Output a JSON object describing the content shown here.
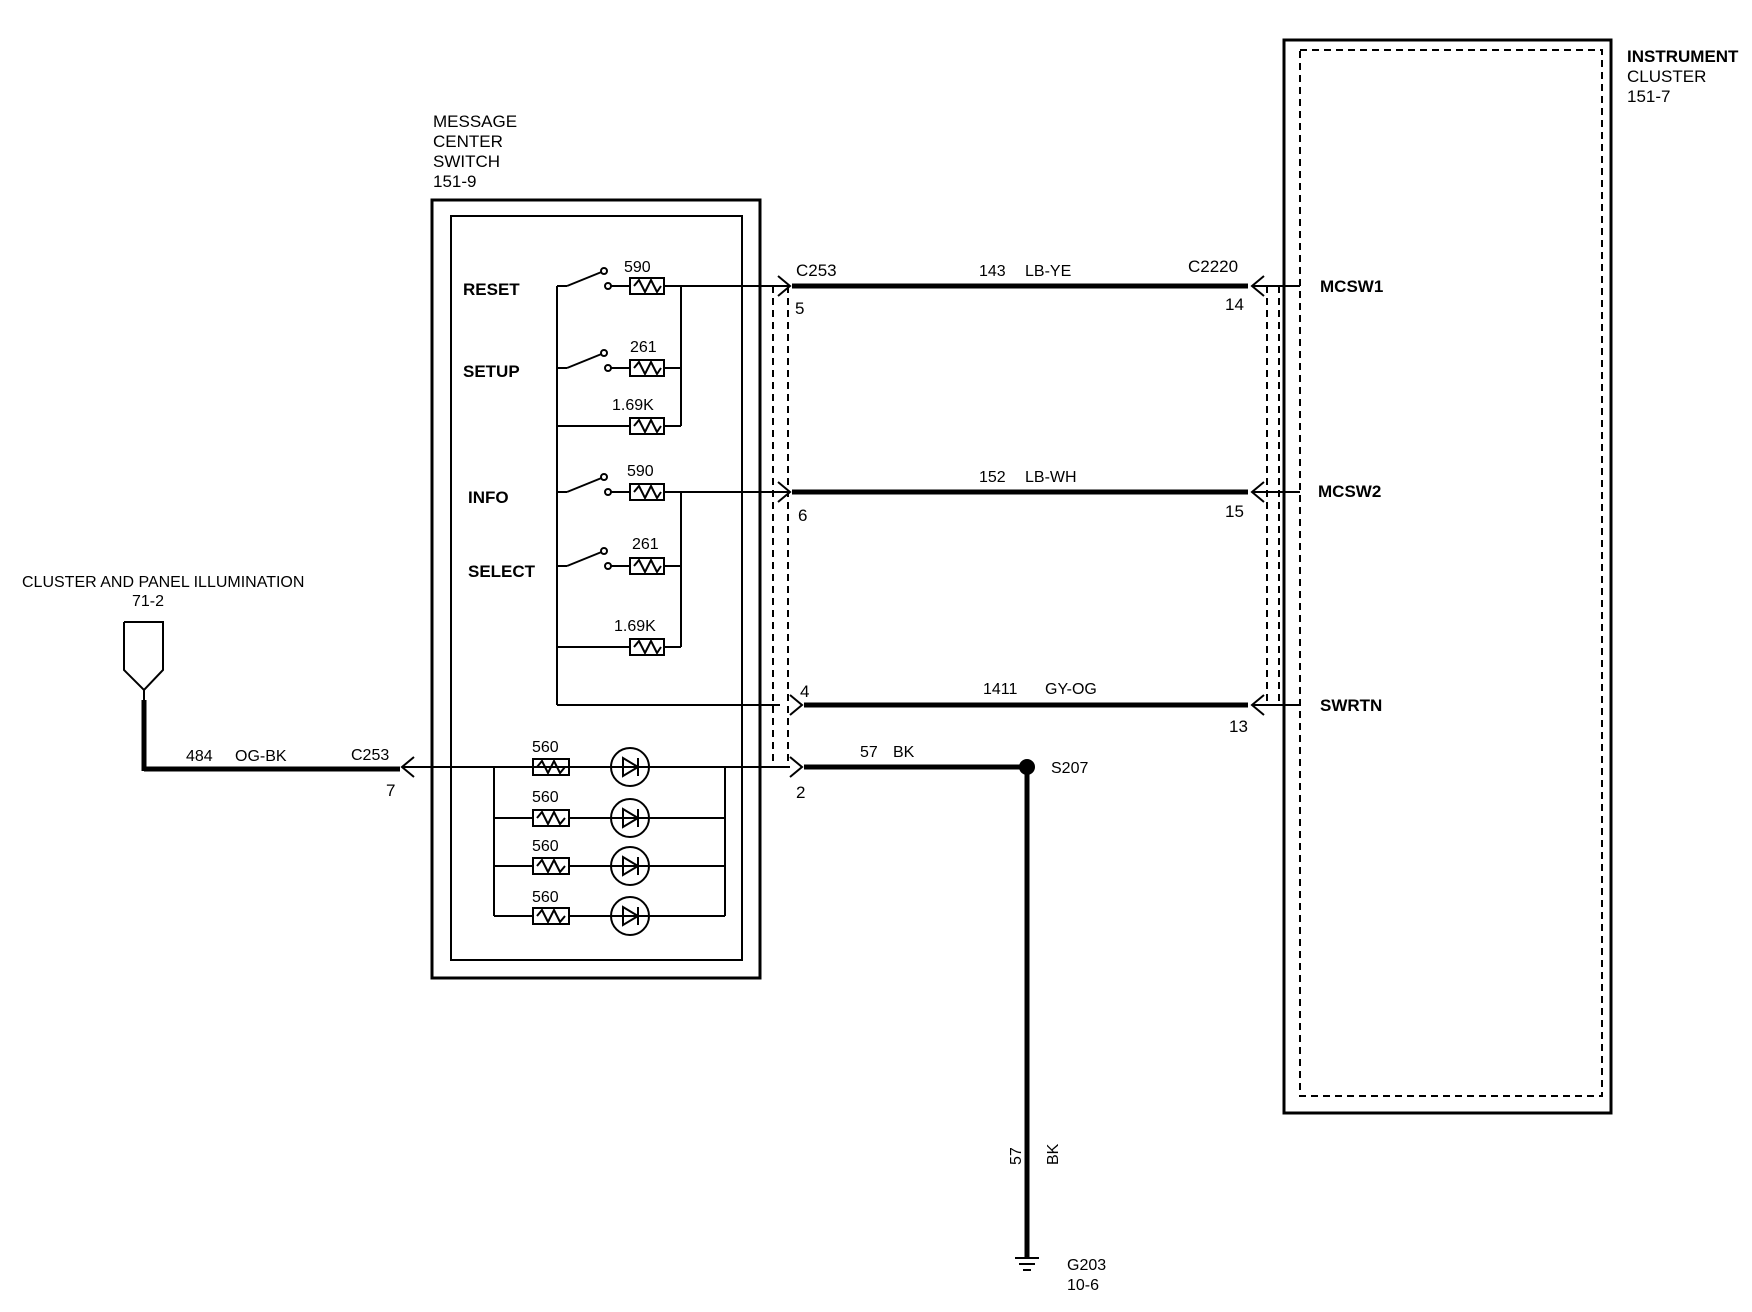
{
  "components": {
    "message_center_switch": {
      "name_lines": [
        "MESSAGE",
        "CENTER",
        "SWITCH"
      ],
      "ref": "151-9"
    },
    "instrument_cluster": {
      "name_lines": [
        "INSTRUMENT",
        "CLUSTER"
      ],
      "ref": "151-7"
    },
    "illumination": {
      "name": "CLUSTER AND PANEL ILLUMINATION",
      "ref": "71-2"
    },
    "splice": "S207",
    "ground": {
      "name": "G203",
      "ref": "10-6"
    }
  },
  "switches": [
    {
      "label": "RESET",
      "resistor": "590"
    },
    {
      "label": "SETUP",
      "resistor": "261"
    },
    {
      "label": "",
      "resistor": "1.69K"
    },
    {
      "label": "INFO",
      "resistor": "590"
    },
    {
      "label": "SELECT",
      "resistor": "261"
    },
    {
      "label": "",
      "resistor": "1.69K"
    }
  ],
  "lamps": [
    {
      "resistor": "560"
    },
    {
      "resistor": "560"
    },
    {
      "resistor": "560"
    },
    {
      "resistor": "560"
    }
  ],
  "connectors": {
    "c253_right": "C253",
    "c2220": "C2220",
    "c253_left": "C253"
  },
  "wires": [
    {
      "circuit": "143",
      "color": "LB-YE",
      "pin_left": "5",
      "pin_right": "14",
      "signal": "MCSW1"
    },
    {
      "circuit": "152",
      "color": "LB-WH",
      "pin_left": "6",
      "pin_right": "15",
      "signal": "MCSW2"
    },
    {
      "circuit": "1411",
      "color": "GY-OG",
      "pin_left": "4",
      "pin_right": "13",
      "signal": "SWRTN"
    },
    {
      "circuit": "57",
      "color": "BK",
      "pin_left": "2"
    },
    {
      "circuit": "484",
      "color": "OG-BK",
      "pin_left": "7"
    }
  ],
  "ground_wire": {
    "circuit": "57",
    "color": "BK"
  }
}
